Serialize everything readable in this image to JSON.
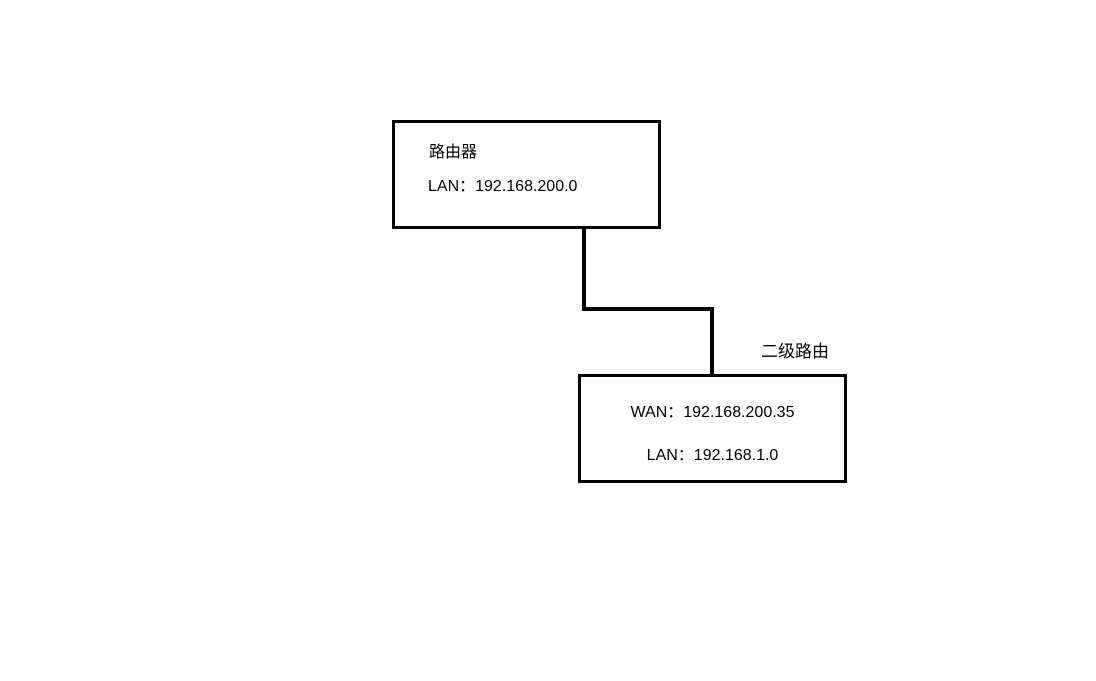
{
  "diagram": {
    "router": {
      "title": "路由器",
      "lan": "LAN：192.168.200.0"
    },
    "secondary_router": {
      "label": "二级路由",
      "wan": "WAN：192.168.200.35",
      "lan": "LAN：192.168.1.0"
    }
  },
  "colors": {
    "background": "#ffffff",
    "line": "#000000",
    "text": "#000000"
  }
}
